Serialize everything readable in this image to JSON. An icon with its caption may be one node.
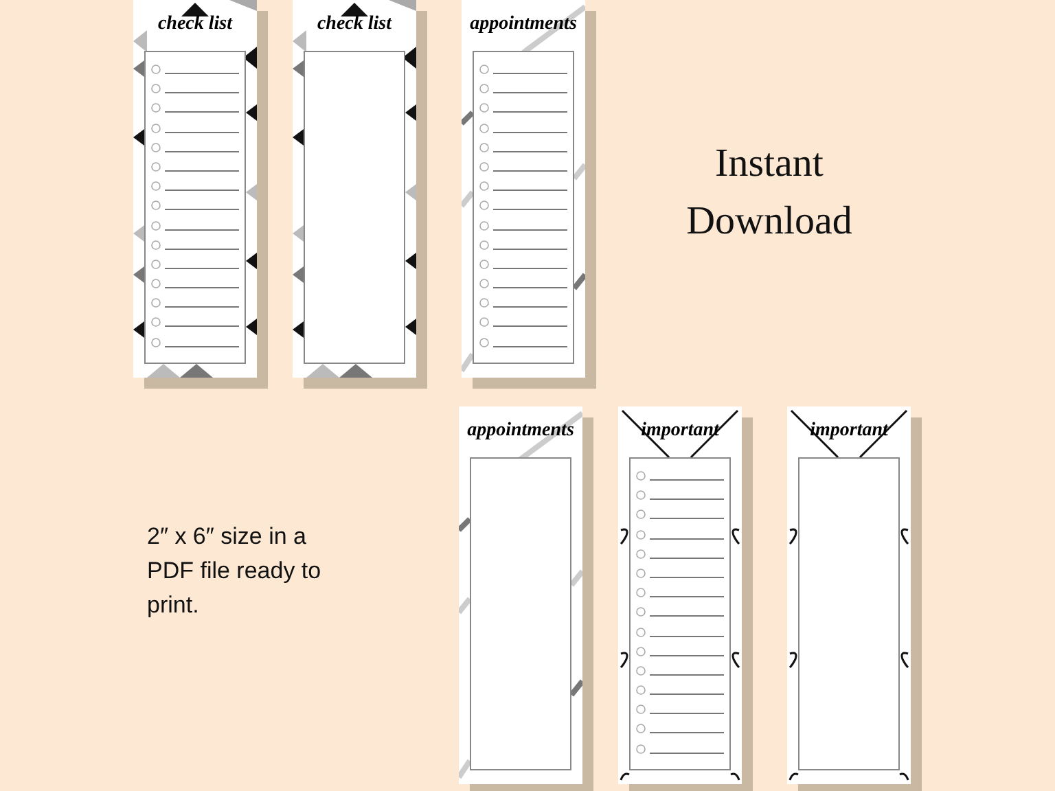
{
  "diagram": {
    "nodes": [
      {
        "text": [
          "check list"
        ]
      },
      {
        "text": [
          "check list"
        ]
      },
      {
        "text": [
          "appointments"
        ]
      },
      {
        "text": [
          "appointments"
        ]
      },
      {
        "text": [
          "important"
        ]
      },
      {
        "text": [
          "important"
        ]
      },
      {
        "text": [],
        "shape": "box",
        "in": 0
      },
      {
        "text": [],
        "shape": "box",
        "in": 1
      },
      {
        "text": [],
        "shape": "box",
        "in": 2
      },
      {
        "text": [],
        "shape": "box",
        "in": 3
      },
      {
        "text": [],
        "shape": "box",
        "in": 4
      },
      {
        "text": [],
        "shape": "box",
        "in": 5
      }
    ],
    "labels": [
      "Instant Download",
      "2″ x 6″ size in a PDF file ready to print."
    ]
  }
}
